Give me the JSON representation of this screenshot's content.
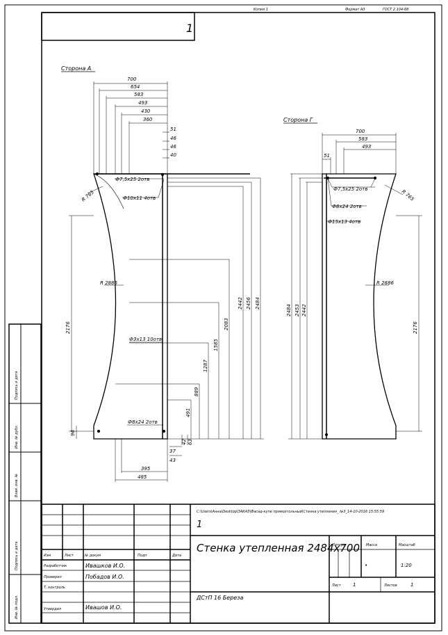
{
  "header": {
    "copy": "Копия 1",
    "format": "Формат А3",
    "standard": "ГОСТ 2.104-68",
    "corner_mark": "1"
  },
  "views": {
    "side_a": {
      "title": "Сторона А",
      "top_dims": [
        "700",
        "654",
        "583",
        "493",
        "430",
        "360"
      ],
      "right_dims": [
        "51",
        "46",
        "46",
        "40"
      ],
      "holes": [
        "Ф7,5х25 2отв",
        "Ф10х11 4отв",
        "Ф3х13 10отв",
        "Ф8х24 2отв"
      ],
      "radius_small": "R 765",
      "radius_big": "R 2886",
      "left_height": "2176",
      "bottom_left": "96",
      "vertical_dims": [
        "2484",
        "2456",
        "2442",
        "2083",
        "1585",
        "1287",
        "889",
        "491"
      ],
      "bottom_right": [
        "63",
        "42",
        "37",
        "43"
      ],
      "bottom_dims": [
        "395",
        "485"
      ]
    },
    "side_b": {
      "title": "Сторона Г",
      "top_dims": [
        "700",
        "583",
        "493",
        "51"
      ],
      "holes": [
        "Ф7,5х25 2отв",
        "Ф8х24 2отв",
        "Ф15х13 4отв"
      ],
      "radius_small": "R 765",
      "radius_big": "R 2886",
      "right_height": "2176",
      "vertical_dims": [
        "2484",
        "2453",
        "2442"
      ]
    }
  },
  "file_path": "C:\\Users\\Анна\\Desktop\\ЗАКАЗ\\Фасад-купе прямоугольный\\Стенка утепления_ №3_14-10-2016 15:55:59",
  "file_page": "1",
  "title_block": {
    "name": "Стенка утепленная 2484х700",
    "material": "ДСтП 16 Береза",
    "lit_label": "Литера",
    "mass_label": "Масса",
    "scale_label": "Масштаб",
    "mass_value": "•",
    "scale_value": "1:20",
    "sheet_label": "Лист",
    "sheet_value": "1",
    "sheets_label": "Листов",
    "sheets_value": "1",
    "col_izm": "Изм",
    "col_list": "Лист",
    "col_doc": "№ докум",
    "col_sign": "Подп",
    "col_date": "Дата",
    "roles": [
      {
        "role": "Разработчик",
        "person": "Ивашков И.О."
      },
      {
        "role": "Проверил",
        "person": "Побадов И.О."
      },
      {
        "role": "Т. контроль",
        "person": ""
      },
      {
        "role": "Утвердил",
        "person": "Ивашов И.О."
      }
    ]
  },
  "side_stamp": [
    "Подпись и дата",
    "Инв. № дубл.",
    "Взам. инв. №",
    "Подпись и дата",
    "Инв. № подл."
  ]
}
